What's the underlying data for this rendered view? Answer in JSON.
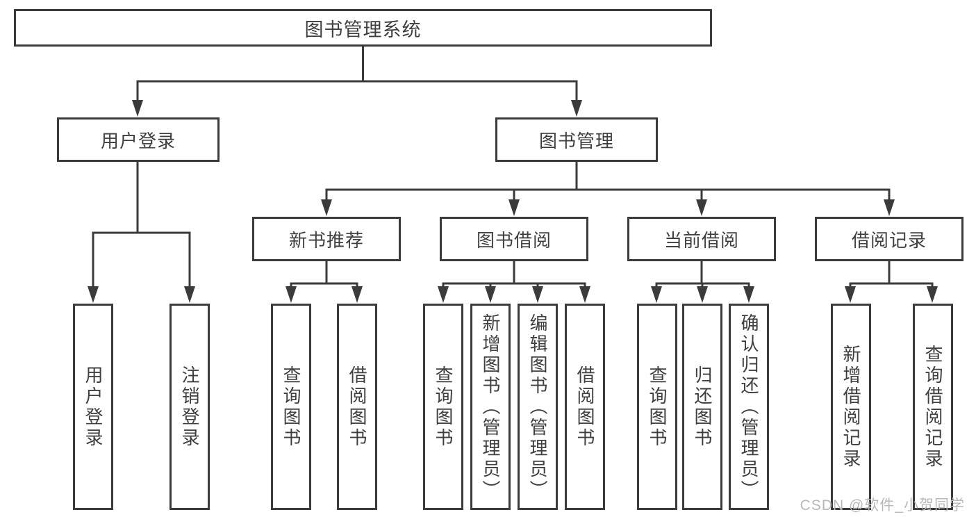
{
  "diagram": {
    "root_label": "图书管理系统",
    "user_login": {
      "label": "用户登录",
      "children": [
        "用户登录",
        "注销登录"
      ]
    },
    "book_management": {
      "label": "图书管理",
      "modules": [
        {
          "label": "新书推荐",
          "children": [
            "查询图书",
            "借阅图书"
          ]
        },
        {
          "label": "图书借阅",
          "children": [
            "查询图书",
            "新增图书（管理员）",
            "编辑图书（管理员）",
            "借阅图书"
          ]
        },
        {
          "label": "当前借阅",
          "children": [
            "查询图书",
            "归还图书",
            "确认归还（管理员）"
          ]
        },
        {
          "label": "借阅记录",
          "children": [
            "新增借阅记录",
            "查询借阅记录"
          ]
        }
      ]
    }
  },
  "colors": {
    "line": "#3b3b3b",
    "text": "#3f3f3f",
    "background": "#ffffff",
    "watermark": "#b9b9b9"
  },
  "watermark": {
    "text": "CSDN @软件_小贺同学"
  }
}
